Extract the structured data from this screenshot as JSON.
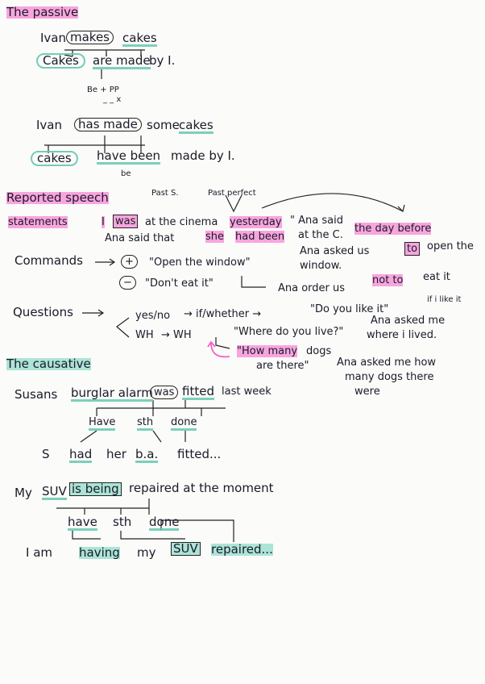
{
  "colors": {
    "pink": "#f65fc8",
    "green": "#78d6be",
    "ink": "#1a1a2a"
  },
  "passive": {
    "heading": "The passive",
    "ex1_subject": "Ivan",
    "ex1_verb": "makes",
    "ex1_object": "cakes",
    "ex1_p_subject": "Cakes",
    "ex1_p_verb": "are made",
    "ex1_p_by": "by I.",
    "formula": "Be + PP",
    "formula_marks": "_ _ x",
    "ex2_subject": "Ivan",
    "ex2_verb": "has made",
    "ex2_some": "some",
    "ex2_object": "cakes",
    "ex2_p_subject": "cakes",
    "ex2_p_verb": "have been",
    "ex2_p_rest": "made by I.",
    "ex2_be": "be"
  },
  "reported": {
    "heading": "Reported speech",
    "tense_past": "Past S.",
    "tense_perfect": "Past perfect",
    "statements_label": "statements",
    "st_i": "I",
    "st_was": "was",
    "st_rest": "at the cinema",
    "st_yesterday": "yesterday",
    "st_said": "\" Ana said",
    "st_rep_start": "Ana said that",
    "st_she": "she",
    "st_had_been": "had been",
    "st_rep_mid": "at the C.",
    "st_day_before": "the day before",
    "commands_label": "Commands",
    "cmd_plus": "+",
    "cmd_pos": "\"Open the window\"",
    "cmd_pos_rep1": "Ana asked us",
    "cmd_to": "to",
    "cmd_pos_rep2": "open the",
    "cmd_pos_rep3": "window.",
    "cmd_minus": "−",
    "cmd_neg": "\"Don't eat it\"",
    "cmd_neg_rep1": "Ana order us",
    "cmd_not_to": "not to",
    "cmd_neg_rep2": "eat it",
    "questions_label": "Questions",
    "q_yesno": "yes/no",
    "q_if": "→ if/whether →",
    "q_ex1": "\"Do you like it\"",
    "q_ex1_rep": "if i like it",
    "q_wh": "WH",
    "q_wh_arrow": "→ WH",
    "q_ex2": "\"Where do you live?\"",
    "q_ex2_rep1": "Ana asked me",
    "q_ex2_rep2": "where i lived.",
    "q_how_many": "\"How many",
    "q_dogs": "dogs",
    "q_are_there": "are there\"",
    "q_ex3_rep1": "Ana asked me how",
    "q_ex3_rep2": "many dogs there",
    "q_ex3_rep3": "were"
  },
  "causative": {
    "heading": "The causative",
    "ex1_subject": "Susans",
    "ex1_object": "burglar alarm",
    "ex1_was": "was",
    "ex1_fitted": "fitted",
    "ex1_time": "last week",
    "formula_have": "Have",
    "formula_sth": "sth",
    "formula_done": "done",
    "ex1_c_s": "S",
    "ex1_c_had": "had",
    "ex1_c_her": "her",
    "ex1_c_ba": "b.a.",
    "ex1_c_fitted": "fitted...",
    "ex2_my": "My",
    "ex2_suv": "SUV",
    "ex2_is_being": "is being",
    "ex2_rest": "repaired at the moment",
    "ex2_have": "have",
    "ex2_sth": "sth",
    "ex2_done": "done",
    "ex2_c_start": "I am",
    "ex2_c_having": "having",
    "ex2_c_my": "my",
    "ex2_c_suv": "SUV",
    "ex2_c_repaired": "repaired..."
  }
}
